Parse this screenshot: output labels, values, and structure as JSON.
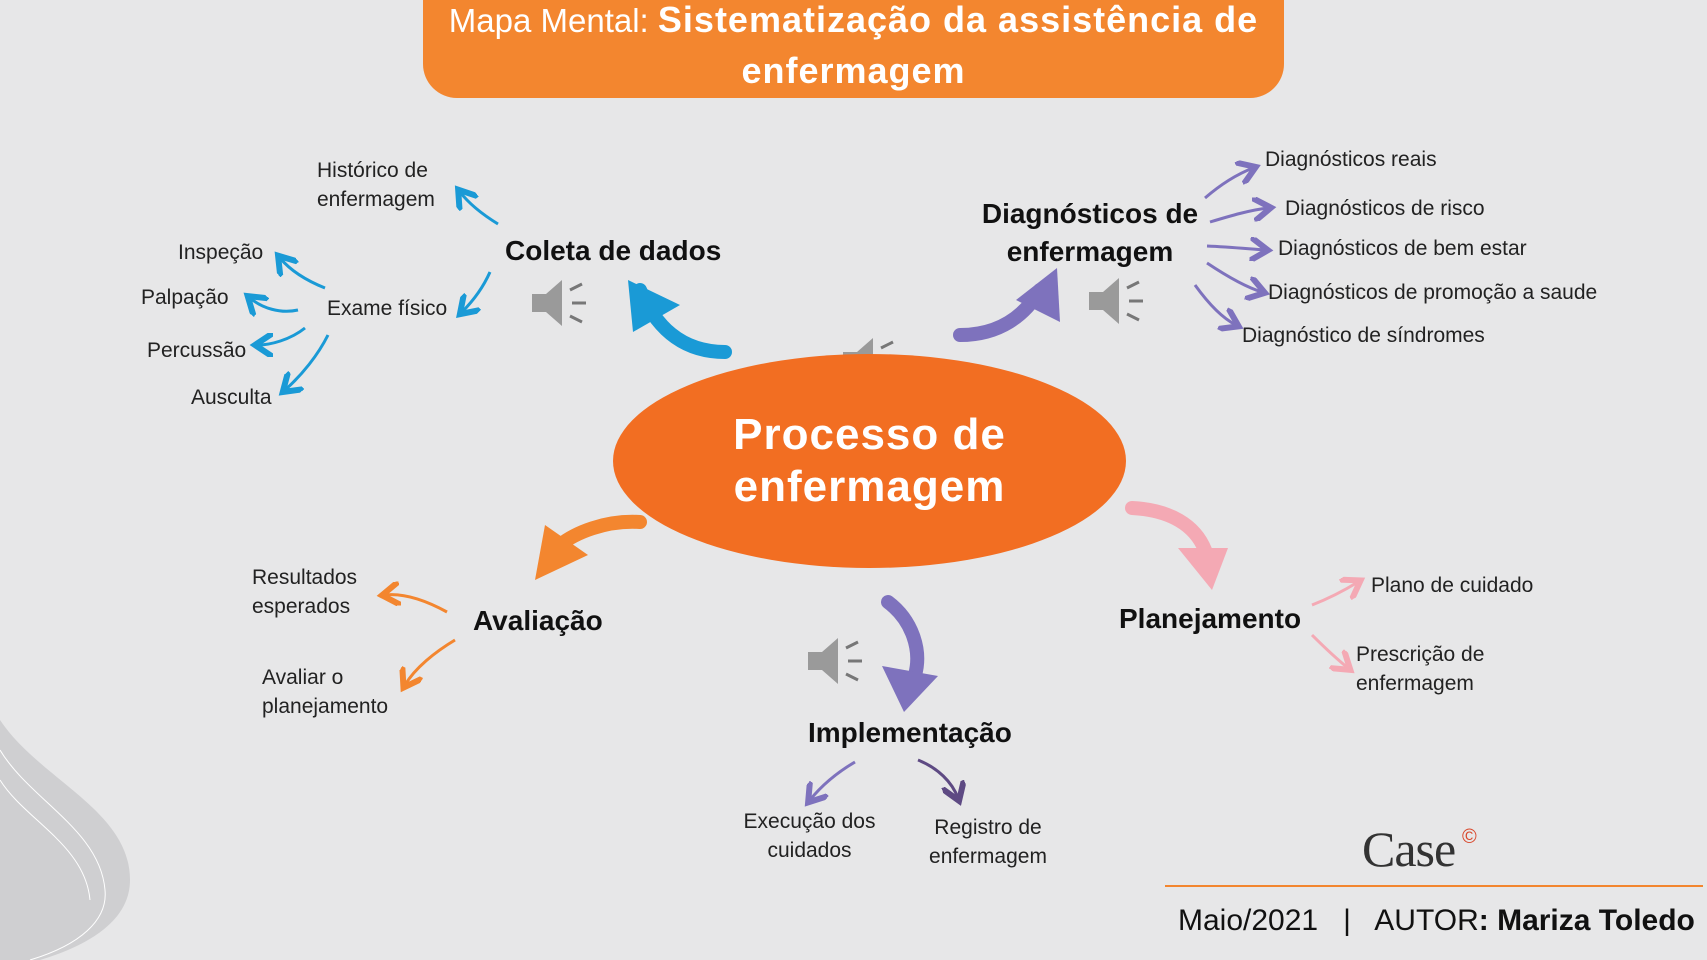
{
  "title": {
    "prefix": "Mapa Mental: ",
    "main": "Sistematização da assistência de enfermagem"
  },
  "center": {
    "label": "Processo de enfermagem"
  },
  "branches": {
    "coleta": {
      "label": "Coleta de dados",
      "leaves": {
        "historico": "Histórico de enfermagem",
        "exame": "Exame físico"
      },
      "exame_subitems": [
        "Inspeção",
        "Palpação",
        "Percussão",
        "Ausculta"
      ]
    },
    "diagnosticos": {
      "label": "Diagnósticos de enfermagem",
      "leaves": [
        "Diagnósticos reais",
        "Diagnósticos de risco",
        "Diagnósticos de bem estar",
        "Diagnósticos de promoção a saude",
        "Diagnóstico de síndromes"
      ]
    },
    "planejamento": {
      "label": "Planejamento",
      "leaves": [
        "Plano de cuidado",
        "Prescrição de enfermagem"
      ]
    },
    "implementacao": {
      "label": "Implementação",
      "leaves": [
        "Execução dos cuidados",
        "Registro de enfermagem"
      ]
    },
    "avaliacao": {
      "label": "Avaliação",
      "leaves": [
        "Resultados esperados",
        "Avaliar o planejamento"
      ]
    }
  },
  "colors": {
    "blue": "#1a9ad6",
    "purple": "#7e72bd",
    "pink": "#f4a9b4",
    "orange": "#f3862f",
    "dark_purple": "#5e4a83"
  },
  "icons": [
    "speaker-icon"
  ],
  "logo": {
    "text": "Case",
    "mark": "©"
  },
  "footer": {
    "date": "Maio/2021",
    "separator": "|",
    "author_label": "AUTOR",
    "author_name": ": Mariza Toledo"
  }
}
